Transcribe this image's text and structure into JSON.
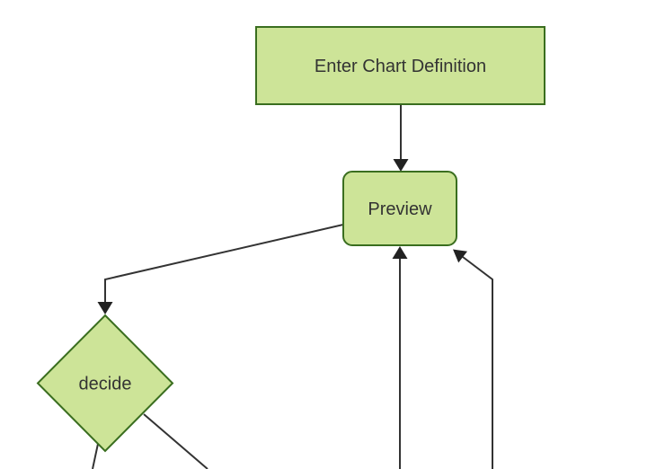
{
  "diagram": {
    "type": "flowchart",
    "direction": "top-down",
    "nodes": [
      {
        "id": "enter-chart-definition",
        "label": "Enter Chart Definition",
        "shape": "rectangle"
      },
      {
        "id": "preview",
        "label": "Preview",
        "shape": "rounded-rectangle"
      },
      {
        "id": "decide",
        "label": "decide",
        "shape": "diamond"
      }
    ],
    "edges": [
      {
        "from": "enter-chart-definition",
        "to": "preview",
        "arrow": true
      },
      {
        "from": "preview",
        "to": "decide",
        "arrow": true
      },
      {
        "from": "offscreen-bottom",
        "to": "preview",
        "arrow": true
      },
      {
        "from": "offscreen-bottom-right",
        "to": "preview",
        "arrow": true
      },
      {
        "from": "decide",
        "to": "offscreen-bottom-left",
        "arrow": false
      },
      {
        "from": "decide",
        "to": "offscreen-bottom-right",
        "arrow": false
      }
    ]
  },
  "colors": {
    "background": "#ffffff",
    "node_fill": "#cde498",
    "node_border": "#3a6e1f",
    "edge_line": "#333333",
    "arrowhead": "#222222",
    "label_text": "#333333"
  }
}
